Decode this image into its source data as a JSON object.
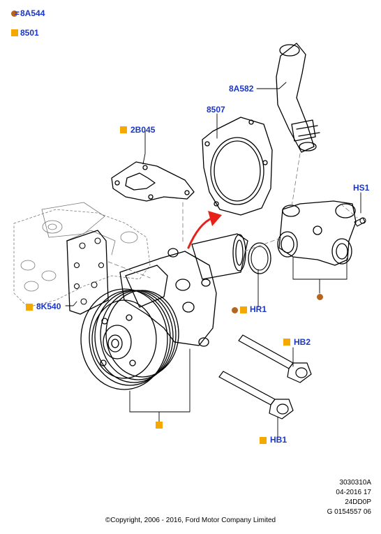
{
  "legend": {
    "items": [
      {
        "code": "8A544",
        "marker": "dot"
      },
      {
        "code": "8501",
        "marker": "square"
      }
    ]
  },
  "parts": {
    "hose": "8A582",
    "gasket_thermostat": "8507",
    "gasket_pump": "2B045",
    "screw_top": "HS1",
    "bracket": "8K540",
    "oring": "HR1",
    "bolt_long": "HB2",
    "bolt_short": "HB1"
  },
  "footer": {
    "ref_lines": [
      "3030310A",
      "04-2016 17",
      "24DD0P",
      "G 0154557 06"
    ],
    "copyright": "©Copyright, 2006 - 2016, Ford Motor Company Limited"
  },
  "colors": {
    "label": "#1a35c8",
    "square_marker": "#f5a800",
    "dot_marker": "#b5651d",
    "arrow": "#e8201a"
  }
}
